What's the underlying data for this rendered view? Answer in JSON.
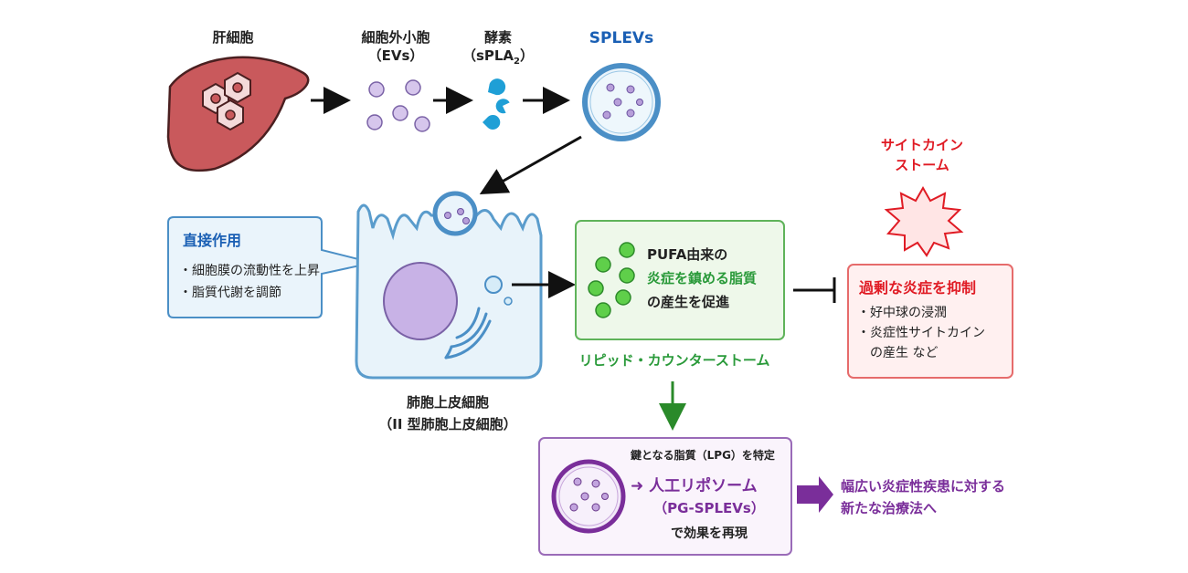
{
  "top_row": {
    "liver": "肝細胞",
    "evs_line1": "細胞外小胞",
    "evs_line2": "（EVs）",
    "enzyme_line1": "酵素",
    "enzyme_line2_main": "（sPLA",
    "enzyme_line2_sub": "2",
    "enzyme_line2_end": "）",
    "splevs": "SPLEVs"
  },
  "direct_action": {
    "title": "直接作用",
    "items": [
      "・細胞膜の流動性を上昇",
      "・脂質代謝を調節"
    ]
  },
  "cell": {
    "label_line1": "肺胞上皮細胞",
    "label_line2": "（II 型肺胞上皮細胞）"
  },
  "pufa_box": {
    "line1": "PUFA由来の",
    "line2": "炎症を鎮める脂質",
    "line3": "の産生を促進"
  },
  "lipid_counter_storm": "リピッド・カウンターストーム",
  "cytokine_storm": {
    "line1": "サイトカイン",
    "line2": "ストーム"
  },
  "suppress_box": {
    "title": "過剰な炎症を抑制",
    "items": [
      "・好中球の浸潤",
      "・炎症性サイトカイン",
      "　の産生 など"
    ]
  },
  "liposome_box": {
    "top": "鍵となる脂質（LPG）を特定",
    "arrow": "➜",
    "title": "人工リポソーム",
    "subtitle": "（PG-SPLEVs）",
    "bottom": "で効果を再現"
  },
  "therapy": {
    "line1": "幅広い炎症性疾患に対する",
    "line2": "新たな治療法へ"
  },
  "colors": {
    "blue": "#1a5fb4",
    "green": "#2a9a3a",
    "red": "#e01b24",
    "purple": "#7a2e9a"
  }
}
